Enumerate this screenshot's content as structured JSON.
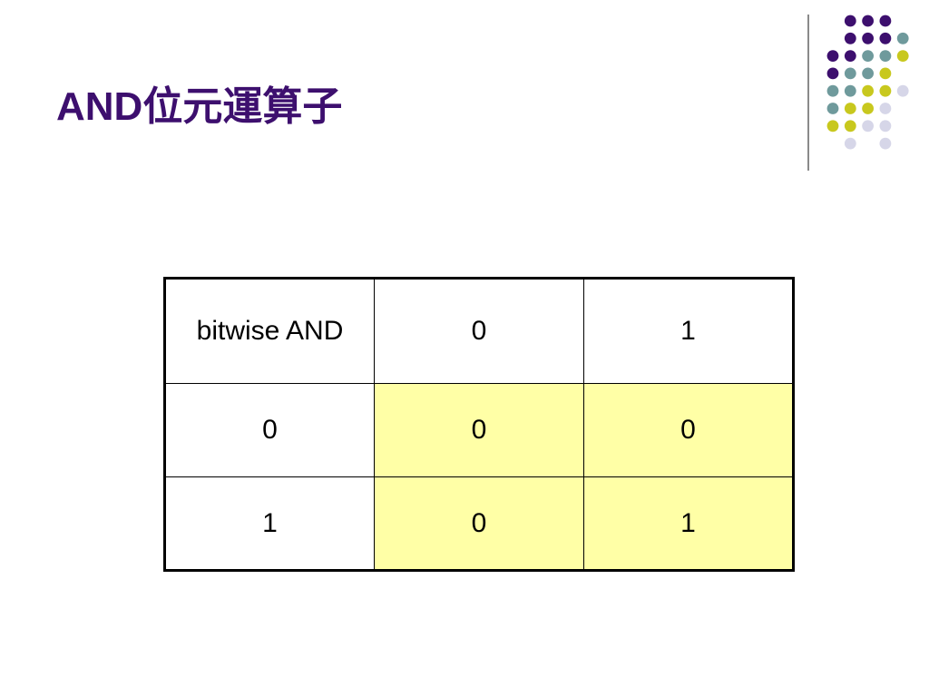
{
  "slide": {
    "title": "AND位元運算子"
  },
  "table": {
    "header": [
      "bitwise AND",
      "0",
      "1"
    ],
    "rows": [
      [
        "0",
        "0",
        "0"
      ],
      [
        "1",
        "0",
        "1"
      ]
    ]
  },
  "colors": {
    "title": "#3d0f6e",
    "result_fill": "#ffffa6",
    "dot_purple": "#3d0f6e",
    "dot_teal": "#6f9a9c",
    "dot_yellow": "#c8c81e",
    "dot_lavender": "#d6d6e8",
    "rule": "#8a8a8a"
  },
  "decoration": {
    "dot_pattern": [
      [
        "",
        "purple",
        "purple",
        "purple",
        ""
      ],
      [
        "",
        "purple",
        "purple",
        "purple",
        "teal"
      ],
      [
        "purple",
        "purple",
        "teal",
        "teal",
        "yellow"
      ],
      [
        "purple",
        "teal",
        "teal",
        "yellow",
        ""
      ],
      [
        "teal",
        "teal",
        "yellow",
        "yellow",
        "lavender"
      ],
      [
        "teal",
        "yellow",
        "yellow",
        "lavender",
        ""
      ],
      [
        "yellow",
        "yellow",
        "lavender",
        "lavender",
        ""
      ],
      [
        "",
        "lavender",
        "",
        "lavender",
        ""
      ]
    ]
  }
}
